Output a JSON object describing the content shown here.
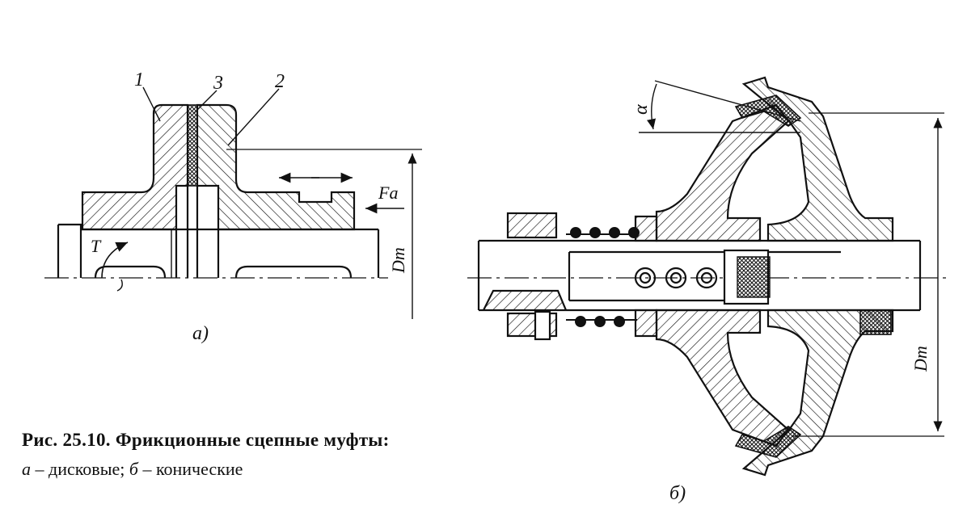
{
  "figure_a": {
    "label_1": "1",
    "label_2": "2",
    "label_3": "3",
    "force_label": "Fa",
    "torque_label": "T",
    "diameter_label": "Dm",
    "sublabel": "a)"
  },
  "figure_b": {
    "angle_label": "α",
    "diameter_label": "Dm",
    "sublabel": "б)"
  },
  "caption": {
    "title": "Рис. 25.10. Фрикционные сцепные муфты:",
    "item_a_letter": "а",
    "item_a_text": " – дисковые; ",
    "item_b_letter": "б",
    "item_b_text": " – конические"
  },
  "colors": {
    "ink": "#111111",
    "paper": "#ffffff"
  }
}
